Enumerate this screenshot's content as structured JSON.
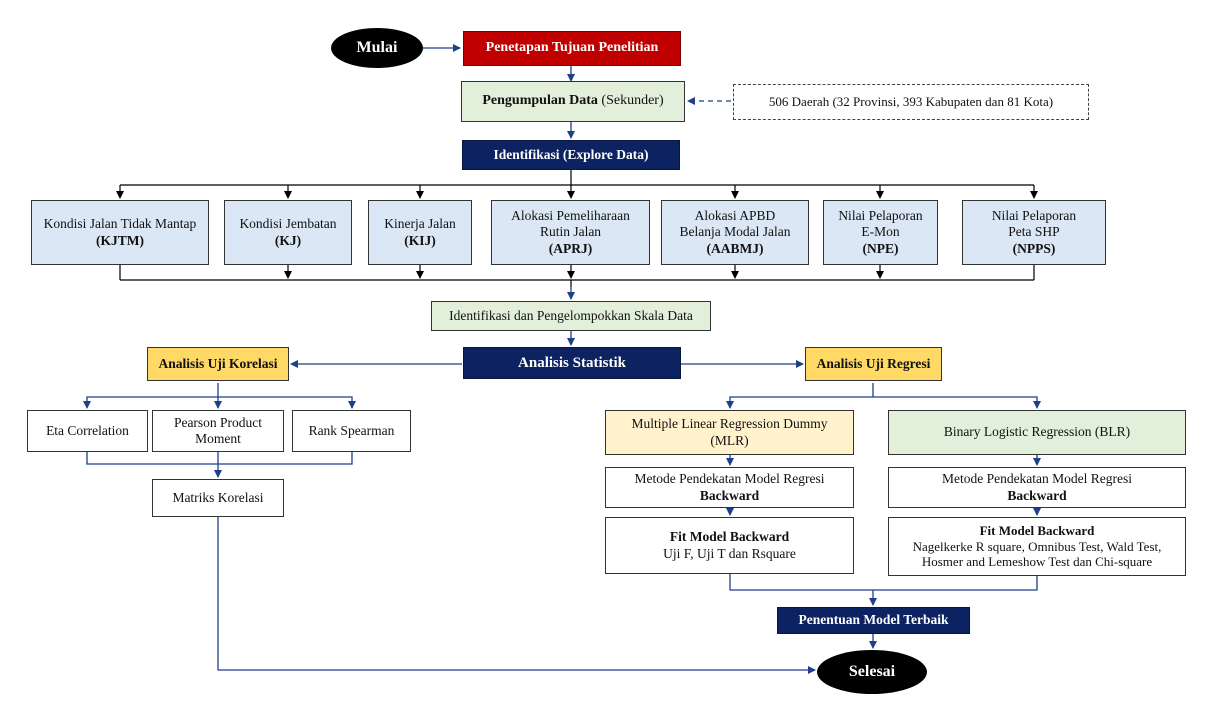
{
  "start": "Mulai",
  "end": "Selesai",
  "goal": "Penetapan Tujuan Penelitian",
  "collection": {
    "bold": "Pengumpulan Data",
    "normal": "(Sekunder)"
  },
  "source": "506 Daerah (32 Provinsi, 393 Kabupaten dan 81 Kota)",
  "identify": "Identifikasi (Explore Data)",
  "variables": [
    {
      "lines": [
        "Kondisi Jalan Tidak Mantap"
      ],
      "code": "(KJTM)"
    },
    {
      "lines": [
        "Kondisi Jembatan"
      ],
      "code": "(KJ)"
    },
    {
      "lines": [
        "Kinerja Jalan"
      ],
      "code": "(KIJ)"
    },
    {
      "lines": [
        "Alokasi Pemeliharaan",
        "Rutin Jalan"
      ],
      "code": "(APRJ)"
    },
    {
      "lines": [
        "Alokasi APBD",
        "Belanja Modal Jalan"
      ],
      "code": "(AABMJ)"
    },
    {
      "lines": [
        "Nilai Pelaporan",
        "E-Mon"
      ],
      "code": "(NPE)"
    },
    {
      "lines": [
        "Nilai Pelaporan",
        "Peta SHP"
      ],
      "code": "(NPPS)"
    }
  ],
  "scale": "Identifikasi dan Pengelompokkan Skala Data",
  "statistic": "Analisis Statistik",
  "corr": {
    "title": "Analisis  Uji Korelasi",
    "methods": [
      {
        "lines": [
          "Eta Correlation"
        ]
      },
      {
        "lines": [
          "Pearson Product",
          "Moment"
        ]
      },
      {
        "lines": [
          "Rank Spearman"
        ]
      }
    ],
    "matrix": "Matriks Korelasi"
  },
  "reg": {
    "title": "Analisis  Uji Regresi",
    "mlr": {
      "title": [
        "Multiple Linear Regression Dummy",
        "(MLR)"
      ],
      "approach": "Metode Pendekatan Model Regresi",
      "approach_bold": "Backward",
      "fit": "Fit Model Backward",
      "fit_detail": [
        "Uji F, Uji  T dan Rsquare"
      ]
    },
    "blr": {
      "title": "Binary Logistic Regression (BLR)",
      "approach": "Metode Pendekatan Model Regresi",
      "approach_bold": "Backward",
      "fit": "Fit Model Backward",
      "fit_detail": [
        "Nagelkerke R square, Omnibus Test, Wald Test,",
        "Hosmer and Lemeshow Test dan Chi-square"
      ]
    }
  },
  "best": "Penentuan Model Terbaik"
}
